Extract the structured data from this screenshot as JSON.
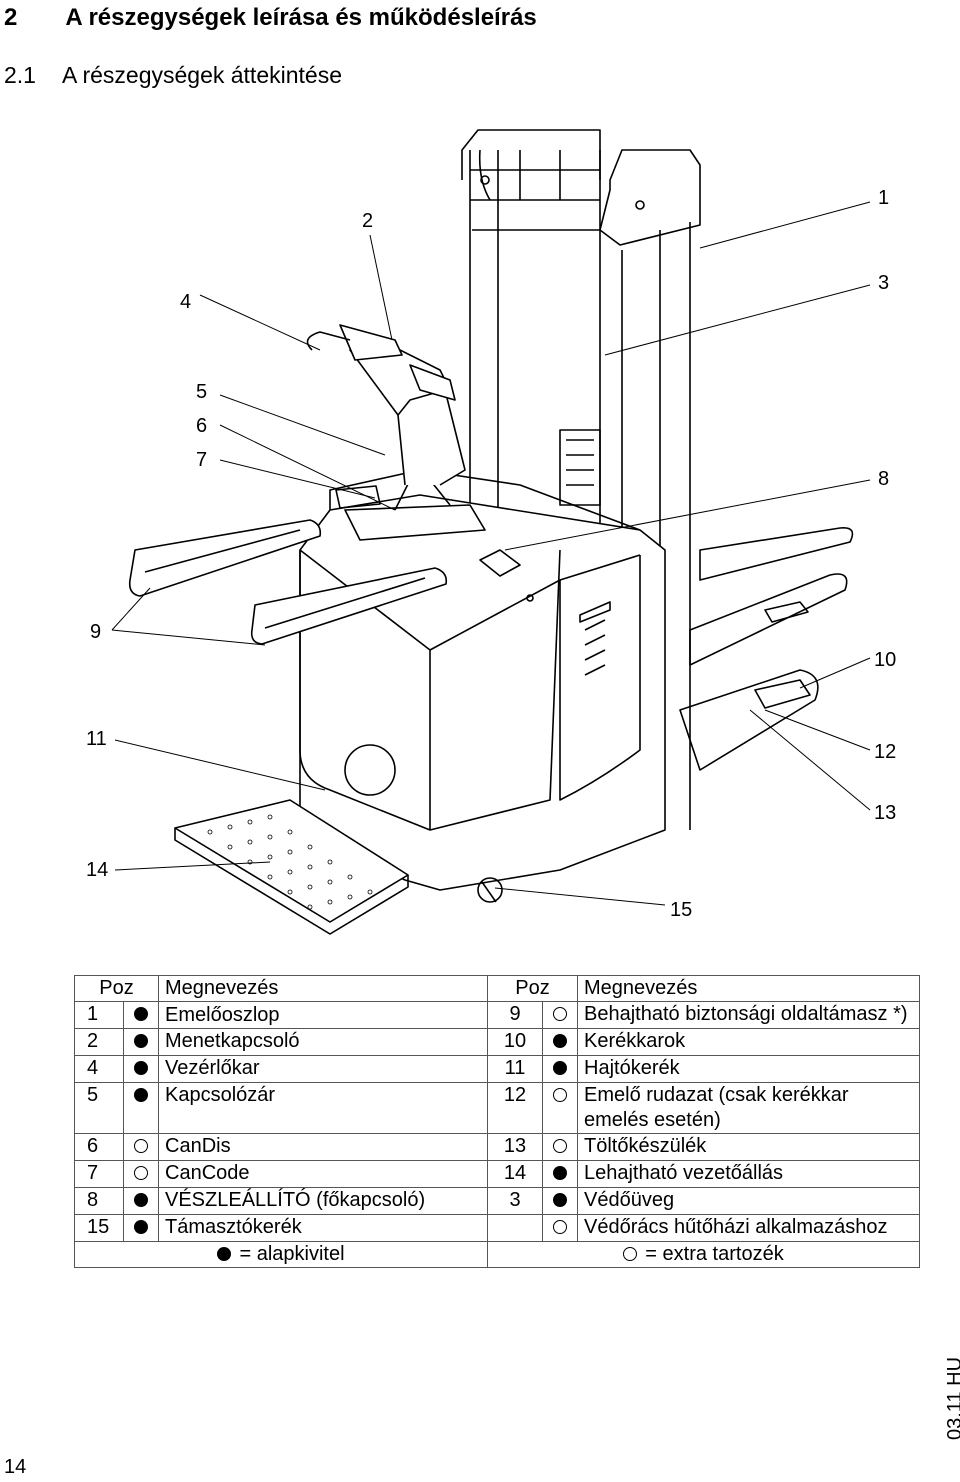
{
  "heading": {
    "number": "2",
    "title": "A részegységek leírása és működésleírás"
  },
  "subheading": {
    "number": "2.1",
    "title": "A részegységek áttekintése"
  },
  "callouts": [
    "1",
    "2",
    "3",
    "4",
    "5",
    "6",
    "7",
    "8",
    "9",
    "10",
    "11",
    "12",
    "13",
    "14",
    "15"
  ],
  "table": {
    "headers": {
      "poz": "Poz",
      "name": "Megnevezés",
      "poz2": "Poz",
      "name2": "Megnevezés"
    },
    "rows": [
      {
        "l_num": "1",
        "l_sym": "dot",
        "l_name": "Emelőoszlop",
        "r_num": "9",
        "r_sym": "circle",
        "r_name": "Behajtható biztonsági oldaltámasz *)"
      },
      {
        "l_num": "2",
        "l_sym": "dot",
        "l_name": "Menetkapcsoló",
        "r_num": "10",
        "r_sym": "dot",
        "r_name": "Kerékkarok"
      },
      {
        "l_num": "4",
        "l_sym": "dot",
        "l_name": "Vezérlőkar",
        "r_num": "11",
        "r_sym": "dot",
        "r_name": "Hajtókerék"
      },
      {
        "l_num": "5",
        "l_sym": "dot",
        "l_name": "Kapcsolózár",
        "r_num": "12",
        "r_sym": "circle",
        "r_name": "Emelő rudazat (csak kerékkar emelés esetén)"
      },
      {
        "l_num": "6",
        "l_sym": "circle",
        "l_name": "CanDis",
        "r_num": "13",
        "r_sym": "circle",
        "r_name": "Töltőkészülék"
      },
      {
        "l_num": "7",
        "l_sym": "circle",
        "l_name": "CanCode",
        "r_num": "14",
        "r_sym": "dot",
        "r_name": "Lehajtható vezetőállás"
      },
      {
        "l_num": "8",
        "l_sym": "dot",
        "l_name": "VÉSZLEÁLLÍTÓ (főkapcsoló)",
        "r_num": "3",
        "r_sym": "dot",
        "r_name": "Védőüveg"
      },
      {
        "l_num": "15",
        "l_sym": "dot",
        "l_name": "Támasztókerék",
        "r_num": "",
        "r_sym": "circle",
        "r_name": "Védőrács hűtőházi alkalmazáshoz"
      }
    ],
    "footer": {
      "basic": "= alapkivitel",
      "extra": "= extra tartozék"
    }
  },
  "side_code": "03.11 HU",
  "page_number": "14"
}
